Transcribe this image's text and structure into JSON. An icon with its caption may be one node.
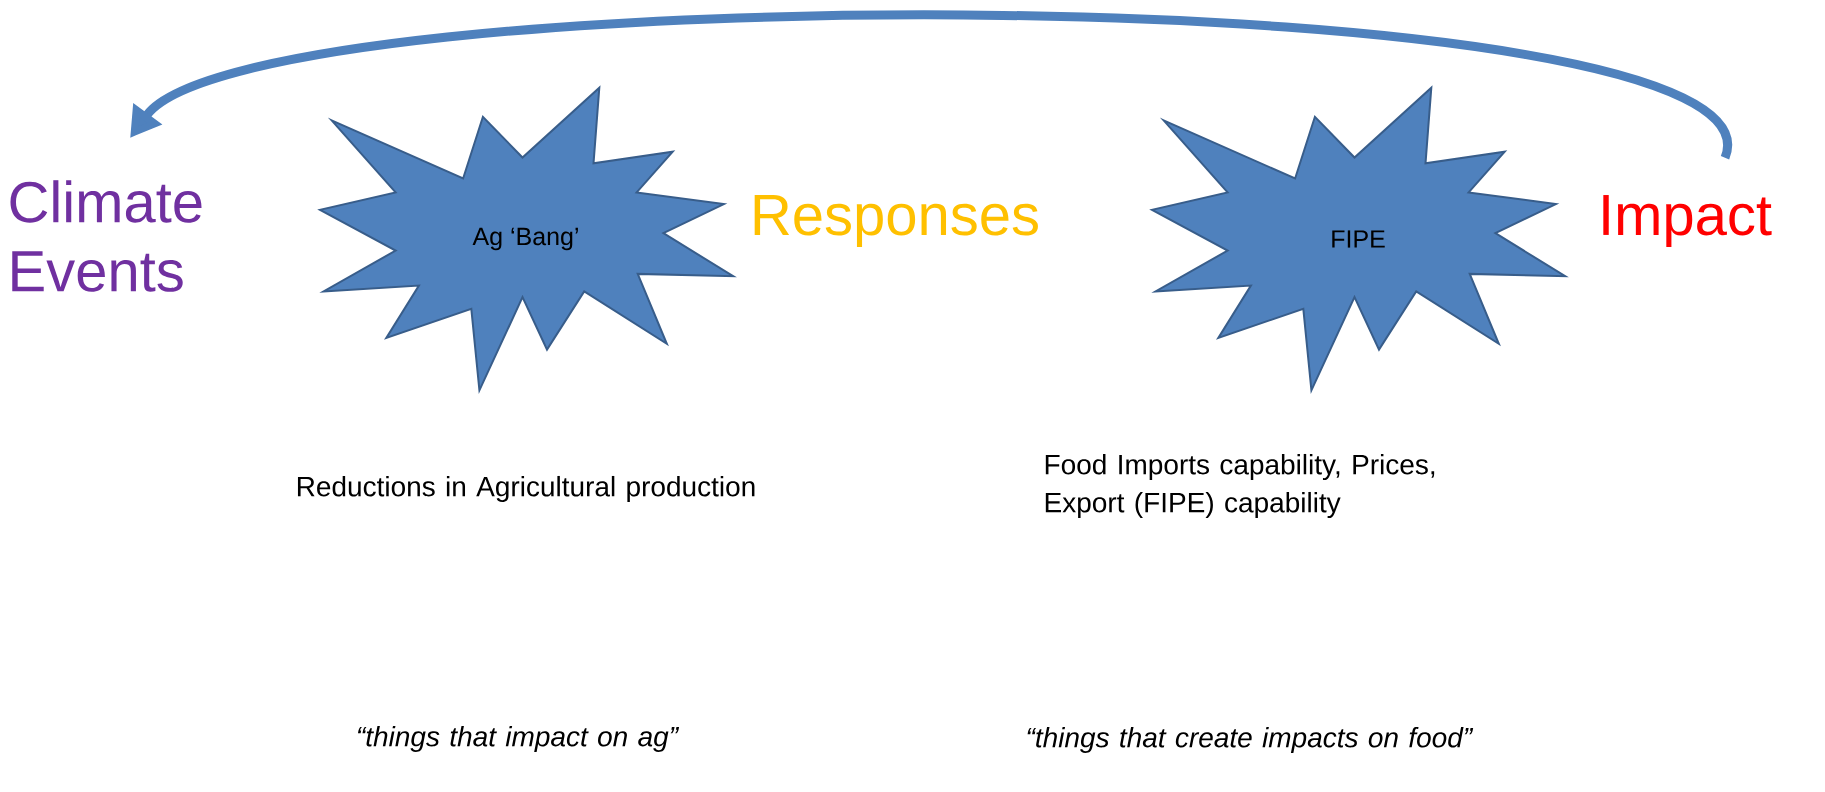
{
  "diagram": {
    "nodes": [
      {
        "text": [
          "Climate Events"
        ]
      },
      {
        "text": [
          "Ag ‘Bang’"
        ],
        "beside": [
          "Reductions in Agricultural production"
        ]
      },
      {
        "text": [
          "Responses"
        ]
      },
      {
        "text": [
          "FIPE"
        ],
        "beside": [
          "Food Imports capability, Prices, Export (FIPE) capability"
        ]
      },
      {
        "text": [
          "Impact"
        ]
      }
    ],
    "edges": [
      {
        "from": 4,
        "to": 0,
        "arrow": "to"
      }
    ],
    "labels": [
      "“things that impact on ag”",
      "“things that create impacts on food”"
    ]
  }
}
